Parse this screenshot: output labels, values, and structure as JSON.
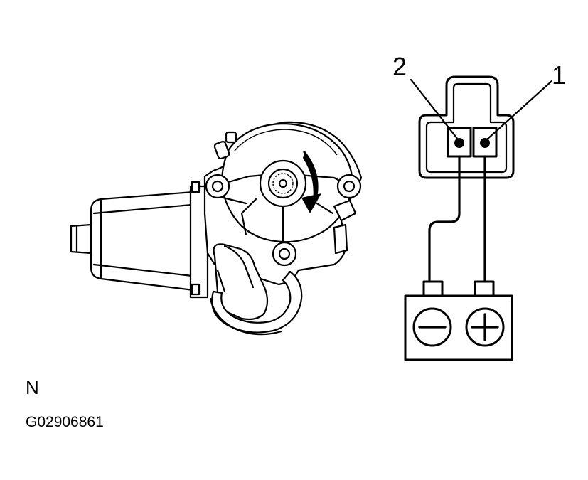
{
  "figure": {
    "pin_labels": [
      "2",
      "1"
    ],
    "view_label": "N",
    "figure_code": "G02906861"
  },
  "icons": [
    "motor-icon",
    "rotation-arrow-icon",
    "connector-icon",
    "battery-icon",
    "minus-icon",
    "plus-icon"
  ]
}
